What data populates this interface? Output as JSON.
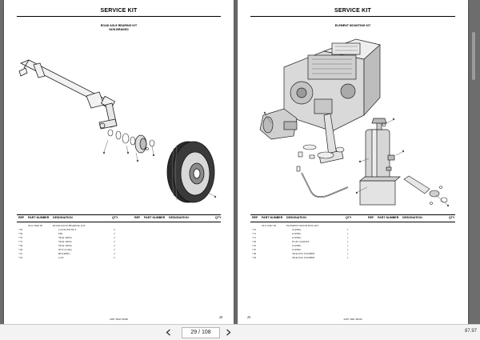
{
  "left_page": {
    "title": "SERVICE KIT",
    "subtitle_1": "ROAD AXLE BEARING KIT",
    "subtitle_2": "NON BRAKED",
    "headers": {
      "ref": "REF",
      "part": "PART NUMBER",
      "designation": "DESIGNATION",
      "qty": "QTY"
    },
    "rows": [
      {
        "ref": "",
        "part": "2911 0040 00",
        "designation": "ROAD AXLE BEARING KIT",
        "qty": ""
      },
      {
        "ref": "+20",
        "part": "",
        "designation": "CASTLED NUT",
        "qty": "2"
      },
      {
        "ref": "+30",
        "part": "",
        "designation": "PIN",
        "qty": "2"
      },
      {
        "ref": "+35",
        "part": "",
        "designation": "SEAL RING",
        "qty": "2"
      },
      {
        "ref": "+37",
        "part": "",
        "designation": "SEAL RING",
        "qty": "2"
      },
      {
        "ref": "+39",
        "part": "",
        "designation": "SEAL RING",
        "qty": "2"
      },
      {
        "ref": "+40",
        "part": "",
        "designation": "NUT (3/4in)",
        "qty": "2"
      },
      {
        "ref": "+41",
        "part": "",
        "designation": "BEARING",
        "qty": "2"
      },
      {
        "ref": "+45",
        "part": "",
        "designation": "CAP",
        "qty": "2"
      }
    ],
    "page_number": "28",
    "doc_code": "2297 3947 00/00"
  },
  "right_page": {
    "title": "SERVICE KIT",
    "subtitle_1": "ELEMENT MOUNTING KIT",
    "headers": {
      "ref": "REF",
      "part": "PART NUMBER",
      "designation": "DESIGNATION",
      "qty": "QTY"
    },
    "rows": [
      {
        "ref": "",
        "part": "2911 0047 00",
        "designation": "ELEMENT MOUNTING KIT",
        "qty": ""
      },
      {
        "ref": "+10",
        "part": "",
        "designation": "O-RING",
        "qty": "1"
      },
      {
        "ref": "+12",
        "part": "",
        "designation": "O-RING",
        "qty": "1"
      },
      {
        "ref": "+15",
        "part": "",
        "designation": "O-RING",
        "qty": "1"
      },
      {
        "ref": "+20",
        "part": "",
        "designation": "FLAT GASKET",
        "qty": "1"
      },
      {
        "ref": "+22",
        "part": "",
        "designation": "O-RING",
        "qty": "1"
      },
      {
        "ref": "+25",
        "part": "",
        "designation": "O-RING",
        "qty": "1"
      },
      {
        "ref": "+30",
        "part": "",
        "designation": "SEALING WASHER",
        "qty": "1"
      },
      {
        "ref": "+35",
        "part": "",
        "designation": "SEALING WASHER",
        "qty": "1"
      }
    ],
    "page_number": "29",
    "doc_code": "2297 3947 00/00"
  },
  "toolbar": {
    "page_indicator": "29 / 108",
    "zoom": "87.97"
  }
}
